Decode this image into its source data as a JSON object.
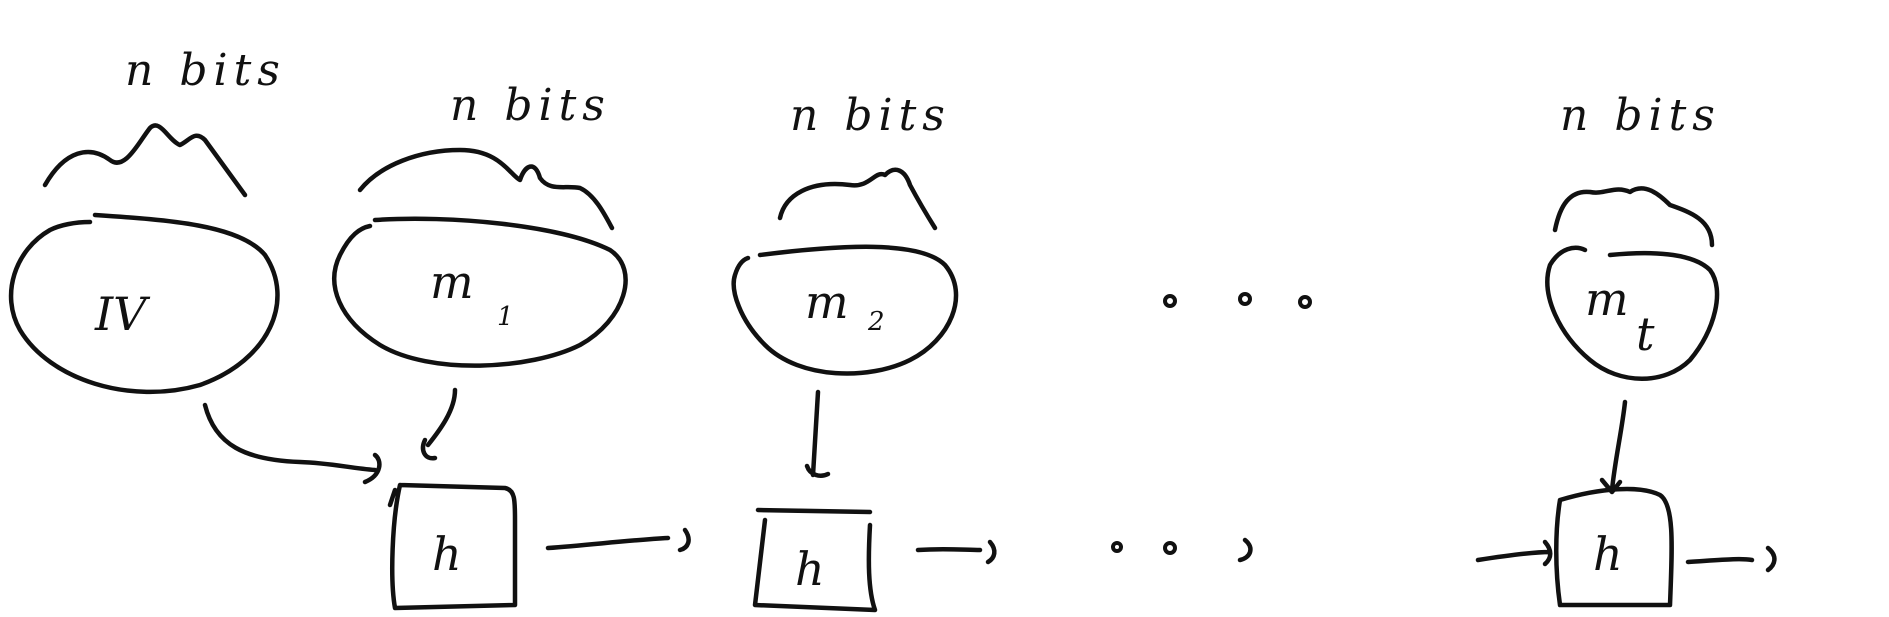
{
  "blocks": [
    {
      "id": "iv",
      "label": "IV",
      "subscript": "",
      "size_label": "n bits"
    },
    {
      "id": "m1",
      "label": "m",
      "subscript": "1",
      "size_label": "n bits"
    },
    {
      "id": "m2",
      "label": "m",
      "subscript": "2",
      "size_label": "n bits"
    },
    {
      "id": "mt",
      "label": "m",
      "subscript": "t",
      "size_label": "n bits"
    }
  ],
  "hash_boxes": [
    {
      "id": "h1",
      "label": "h"
    },
    {
      "id": "h2",
      "label": "h"
    },
    {
      "id": "ht",
      "label": "h"
    }
  ],
  "colors": {
    "ink": "#111111",
    "background": "#ffffff"
  }
}
